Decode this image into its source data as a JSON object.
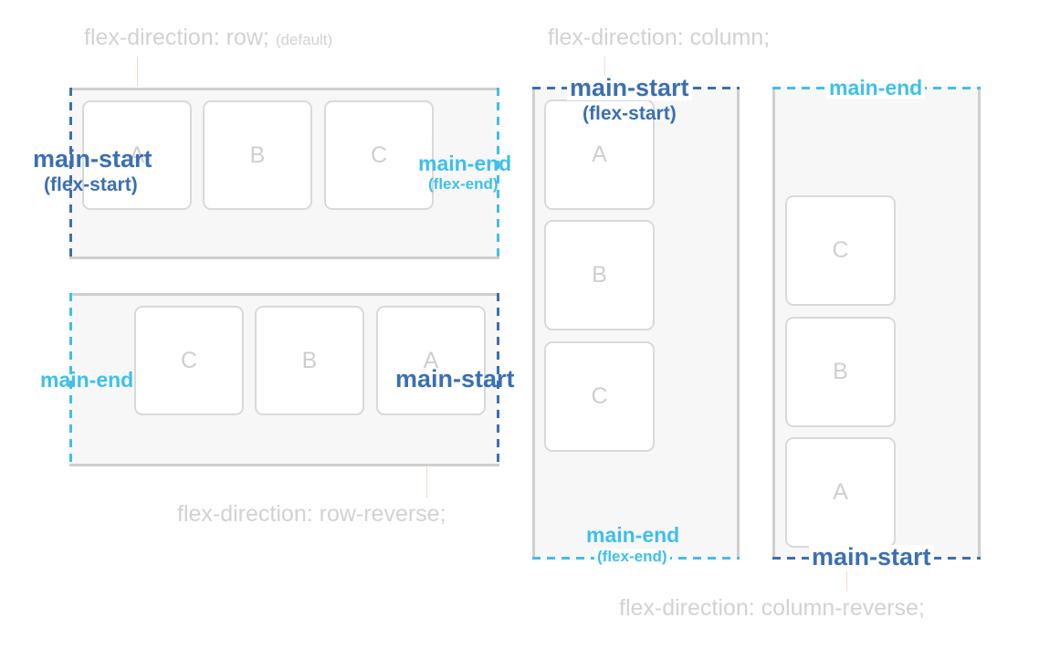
{
  "captions": {
    "row": "flex-direction: row;",
    "row_default": "(default)",
    "row_reverse": "flex-direction: row-reverse;",
    "column": "flex-direction: column;",
    "column_reverse": "flex-direction: column-reverse;"
  },
  "labels": {
    "main_start": "main-start",
    "main_end": "main-end",
    "flex_start": "(flex-start)",
    "flex_end": "(flex-end)"
  },
  "items": {
    "row": [
      "A",
      "B",
      "C"
    ],
    "row_reverse": [
      "C",
      "B",
      "A"
    ],
    "column": [
      "A",
      "B",
      "C"
    ],
    "column_reverse": [
      "C",
      "B",
      "A"
    ]
  },
  "colors": {
    "main_start": "#3b6fb2",
    "main_end": "#3ec0ea",
    "caption": "#d2d2d2"
  }
}
